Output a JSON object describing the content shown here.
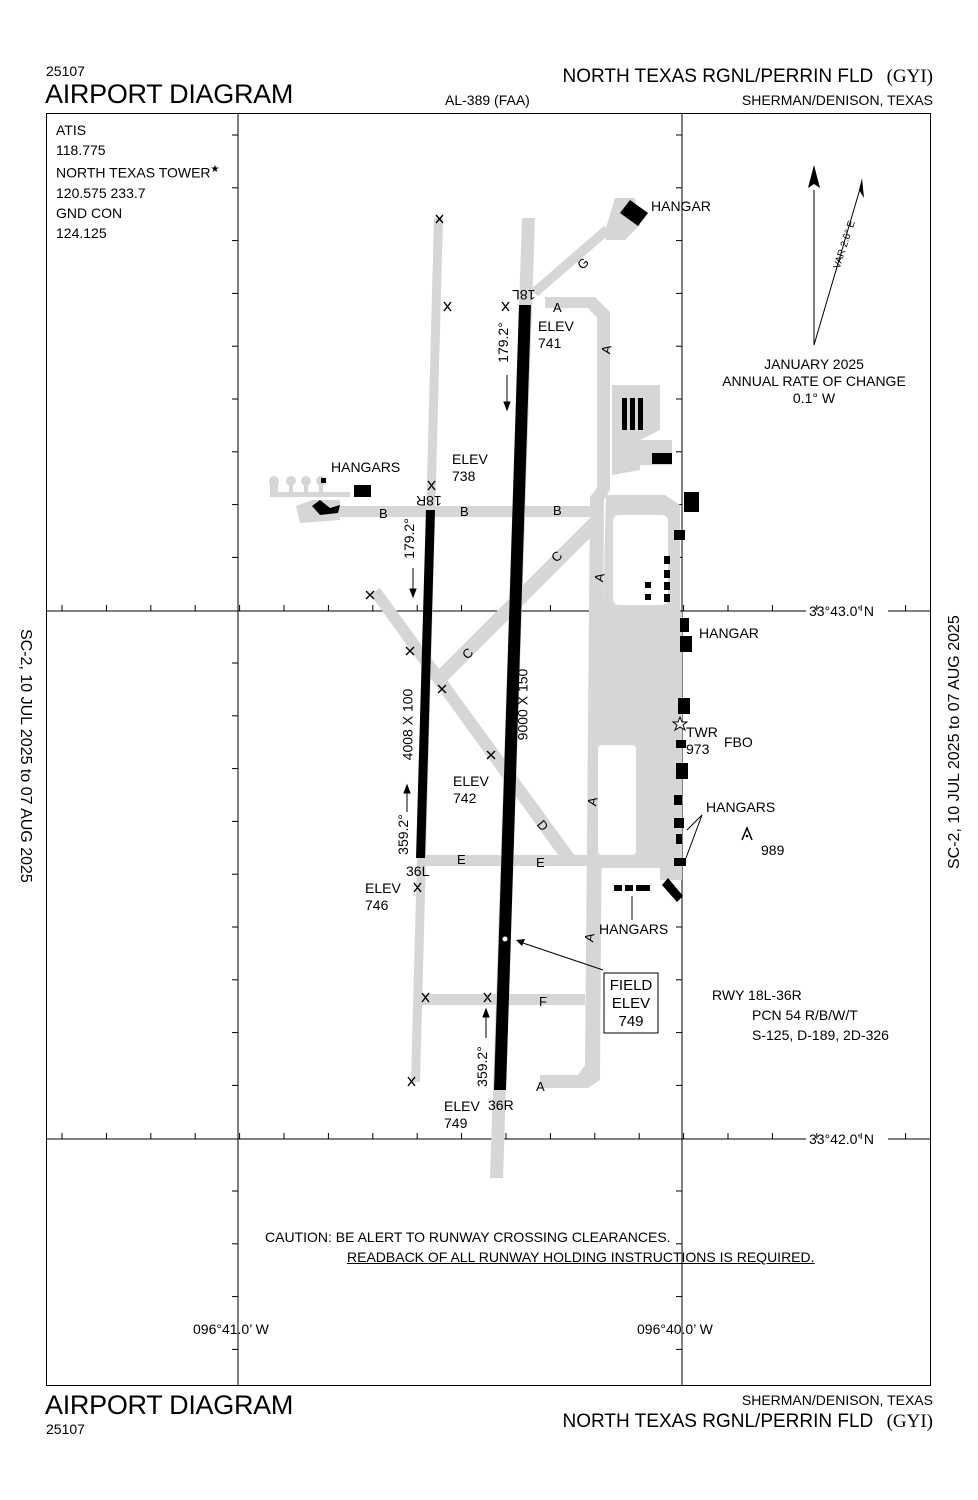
{
  "header": {
    "procedure_number": "25107",
    "title": "AIRPORT DIAGRAM",
    "chart_code": "AL-389 (FAA)",
    "airport_name": "NORTH TEXAS RGNL/PERRIN FLD",
    "airport_id": "(GYI)",
    "location": "SHERMAN/DENISON, TEXAS"
  },
  "side_margin": {
    "left_text": "SC-2,  10 JUL 2025  to  07 AUG 2025",
    "right_text": "SC-2,  10 JUL 2025  to  07 AUG 2025"
  },
  "comms": {
    "atis_label": "ATIS",
    "atis_freq": "118.775",
    "tower_label": "NORTH TEXAS TOWER",
    "tower_star": "★",
    "tower_freq": "120.575  233.7",
    "gnd_label": "GND CON",
    "gnd_freq": "124.125"
  },
  "magnetic": {
    "var_label": "VAR 2.6° E",
    "date": "JANUARY 2025",
    "rate_label": "ANNUAL RATE OF CHANGE",
    "rate_value": "0.1° W"
  },
  "coordinates": {
    "lat_upper": "33°43.0’ N",
    "lat_lower": "33°42.0’ N",
    "lon_left": "096°41.0’ W",
    "lon_right": "096°40.0’ W"
  },
  "runways": {
    "rwy_18l_label": "18L",
    "rwy_36r_label": "36R",
    "rwy_18r_label": "18R",
    "rwy_36l_label": "36L",
    "main_dims": "9000 X 150",
    "secondary_dims": "4008 X 100",
    "hdg_18l": "179.2°",
    "hdg_18r": "179.2°",
    "hdg_36l": "359.2°",
    "hdg_36r": "359.2°"
  },
  "elevations": {
    "elev_label": "ELEV",
    "e741": "741",
    "e738": "738",
    "e742": "742",
    "e746": "746",
    "e749": "749",
    "field_label_1": "FIELD",
    "field_label_2": "ELEV",
    "field_value": "749",
    "obstacle": "989"
  },
  "facilities": {
    "hangar": "HANGAR",
    "hangars": "HANGARS",
    "twr": "TWR",
    "twr_elev": "973",
    "fbo": "FBO"
  },
  "taxiways": {
    "A": "A",
    "B": "B",
    "C": "C",
    "D": "D",
    "E": "E",
    "F": "F",
    "G": "G"
  },
  "pcn": {
    "line1": "RWY 18L-36R",
    "line2": "PCN 54 R/B/W/T",
    "line3": "S-125, D-189, 2D-326"
  },
  "caution": {
    "line1": "CAUTION: BE ALERT TO RUNWAY CROSSING CLEARANCES.",
    "line2": "READBACK OF ALL RUNWAY HOLDING INSTRUCTIONS IS REQUIRED."
  }
}
